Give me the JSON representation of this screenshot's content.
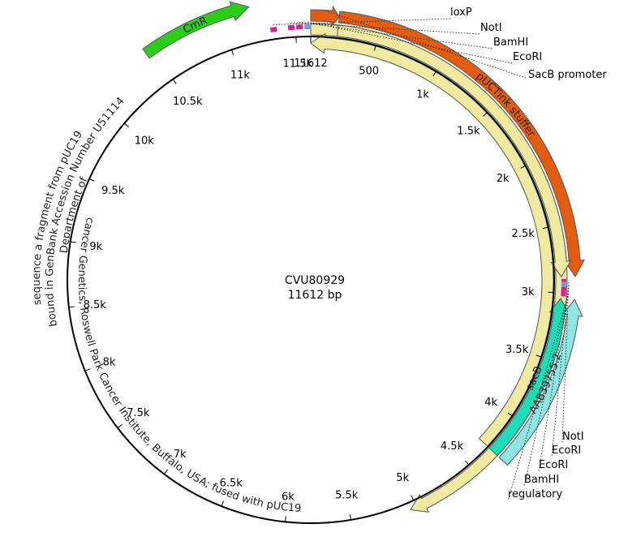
{
  "plasmid": {
    "name": "CVU80929",
    "length_label": "11612 bp",
    "length": 11612
  },
  "backbone": {
    "color": "#000000"
  },
  "ticks": [
    {
      "pos": 500,
      "label": "500"
    },
    {
      "pos": 1000,
      "label": "1k"
    },
    {
      "pos": 1500,
      "label": "1.5k"
    },
    {
      "pos": 2000,
      "label": "2k"
    },
    {
      "pos": 2500,
      "label": "2.5k"
    },
    {
      "pos": 3000,
      "label": "3k"
    },
    {
      "pos": 3500,
      "label": "3.5k"
    },
    {
      "pos": 4000,
      "label": "4k"
    },
    {
      "pos": 4500,
      "label": "4.5k"
    },
    {
      "pos": 5000,
      "label": "5k"
    },
    {
      "pos": 5500,
      "label": "5.5k"
    },
    {
      "pos": 6000,
      "label": "6k"
    },
    {
      "pos": 6500,
      "label": "6.5k"
    },
    {
      "pos": 7000,
      "label": "7k"
    },
    {
      "pos": 7500,
      "label": "7.5k"
    },
    {
      "pos": 8000,
      "label": "8k"
    },
    {
      "pos": 8500,
      "label": "8.5k"
    },
    {
      "pos": 9000,
      "label": "9k"
    },
    {
      "pos": 9500,
      "label": "9.5k"
    },
    {
      "pos": 10000,
      "label": "10k"
    },
    {
      "pos": 10500,
      "label": "10.5k"
    },
    {
      "pos": 11000,
      "label": "11k"
    },
    {
      "pos": 11500,
      "label": "11.5k"
    },
    {
      "pos": 11612,
      "label": "11612"
    }
  ],
  "features": [
    {
      "name": "source",
      "label": "sequence a fragment of Cancer Genetics, Roswell Park Cancer Institute, Buffalo, USA, fused with pUC19",
      "label_long": "cancer Genetics, Roswell Park Cancer Institute, Buffalo, USA; fused with pUC19",
      "label_short": "sequence a fragment from pUC19",
      "label_mid": "Department of",
      "label_gb": "bound in GenBank Accession Number U51114",
      "start": 11612,
      "end": 5050,
      "direction": 1,
      "color": "#efeaa0",
      "track": 0
    },
    {
      "name": "source-inner",
      "start": 11610,
      "end": 4300,
      "direction": -1,
      "color": "#efeaa0",
      "track": 1
    },
    {
      "name": "pUCTink-stuffer",
      "label": "pUCTink stuffer",
      "start": 200,
      "end": 2880,
      "direction": 1,
      "color": "#e35c10",
      "track": -1
    },
    {
      "name": "inner-right",
      "start": 200,
      "end": 2880,
      "direction": 1,
      "color": "#efeaa0",
      "track": 0
    },
    {
      "name": "CmR",
      "label": "CmR",
      "start": 10450,
      "end": 11200,
      "direction": 1,
      "color": "#2ccc1a",
      "track": -2
    },
    {
      "name": "sacB",
      "label": "sacB",
      "start": 3040,
      "end": 4300,
      "direction": -1,
      "color": "#1fdcb8",
      "track": 0
    },
    {
      "name": "AAB39755.2",
      "label": "AAB39755.2",
      "start": 3040,
      "end": 4300,
      "direction": -1,
      "color": "#8ee6e2",
      "track": -1
    },
    {
      "name": "SacB-promoter",
      "label": "SacB promoter",
      "start": 0,
      "end": 200,
      "direction": 1,
      "color": "#e35c10",
      "track": -1
    }
  ],
  "sites": [
    {
      "name": "loxP",
      "label": "loxP",
      "pos": 11340
    },
    {
      "name": "NotI-top",
      "label": "NotI",
      "pos": 11470
    },
    {
      "name": "BamHI-top",
      "label": "BamHI",
      "pos": 11530
    },
    {
      "name": "EcoRI-top",
      "label": "EcoRI",
      "pos": 11590
    },
    {
      "name": "NotI-bottom",
      "label": "NotI",
      "pos": 2920
    },
    {
      "name": "EcoRI-bottom-1",
      "label": "EcoRI",
      "pos": 2940
    },
    {
      "name": "EcoRI-bottom-2",
      "label": "EcoRI",
      "pos": 2960
    },
    {
      "name": "BamHI-bottom",
      "label": "BamHI",
      "pos": 2980
    },
    {
      "name": "regulatory",
      "label": "regulatory",
      "pos": 3000
    }
  ]
}
